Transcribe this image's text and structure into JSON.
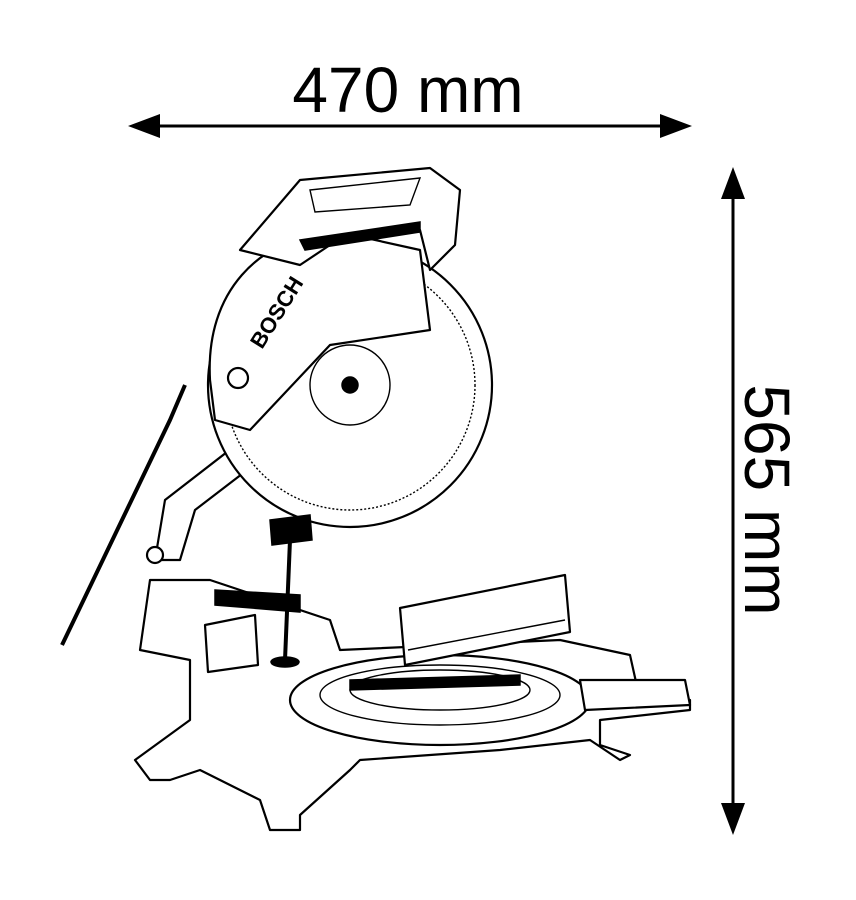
{
  "dimensions": {
    "width_label": "470 mm",
    "height_label": "565 mm"
  },
  "product": {
    "brand_logo": "BOSCH"
  },
  "colors": {
    "line": "#000000",
    "background": "#ffffff"
  }
}
